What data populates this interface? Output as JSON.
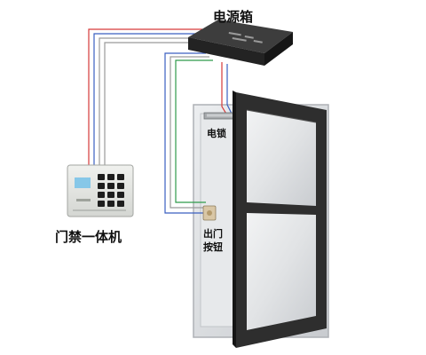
{
  "diagram": {
    "labels": {
      "power_box": "电源箱",
      "keypad": "门禁一体机",
      "lock": "电锁",
      "exit_line1": "出门",
      "exit_line2": "按钮"
    },
    "colors": {
      "wire_red": "#d63a3a",
      "wire_blue": "#3a5fc0",
      "wire_green": "#2f9a4a",
      "wire_gray": "#9a9a9a",
      "power_box": "#2b2b2b",
      "door_frame": "#3a3a3a",
      "wall": "#d9dbde",
      "keypad_body": "#e4e6e2",
      "keypad_key": "#1d1d1d"
    }
  }
}
